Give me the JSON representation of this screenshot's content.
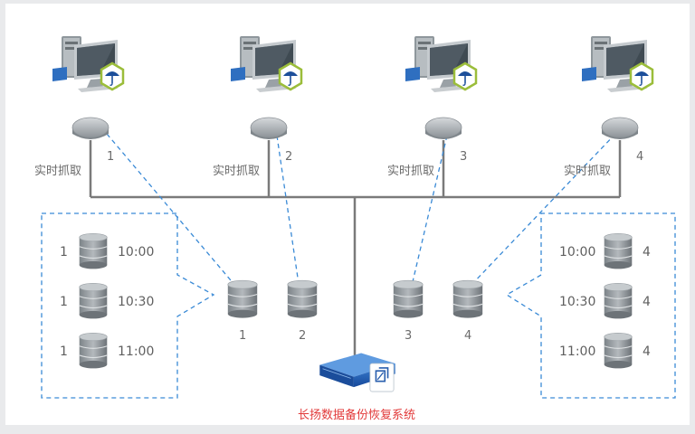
{
  "colors": {
    "line": "#7a7a7a",
    "dashed": "#3a8ad6",
    "title_red": "#e23a3a",
    "disk": "#8e959a",
    "device": "#1f5fb0"
  },
  "clients": [
    {
      "number": "1",
      "capture_label": "实时抓取",
      "icon": "computer-with-umbrella-shield-icon"
    },
    {
      "number": "2",
      "capture_label": "实时抓取",
      "icon": "computer-with-umbrella-shield-icon"
    },
    {
      "number": "3",
      "capture_label": "实时抓取",
      "icon": "computer-with-umbrella-shield-icon"
    },
    {
      "number": "4",
      "capture_label": "实时抓取",
      "icon": "computer-with-umbrella-shield-icon"
    }
  ],
  "backups": [
    {
      "label": "1"
    },
    {
      "label": "2"
    },
    {
      "label": "3"
    },
    {
      "label": "4"
    }
  ],
  "left_snapshots": [
    {
      "id": "1",
      "time": "10:00"
    },
    {
      "id": "1",
      "time": "10:30"
    },
    {
      "id": "1",
      "time": "11:00"
    }
  ],
  "right_snapshots": [
    {
      "id": "4",
      "time": "10:00"
    },
    {
      "id": "4",
      "time": "10:30"
    },
    {
      "id": "4",
      "time": "11:00"
    }
  ],
  "system_label": "长扬数据备份恢复系统"
}
